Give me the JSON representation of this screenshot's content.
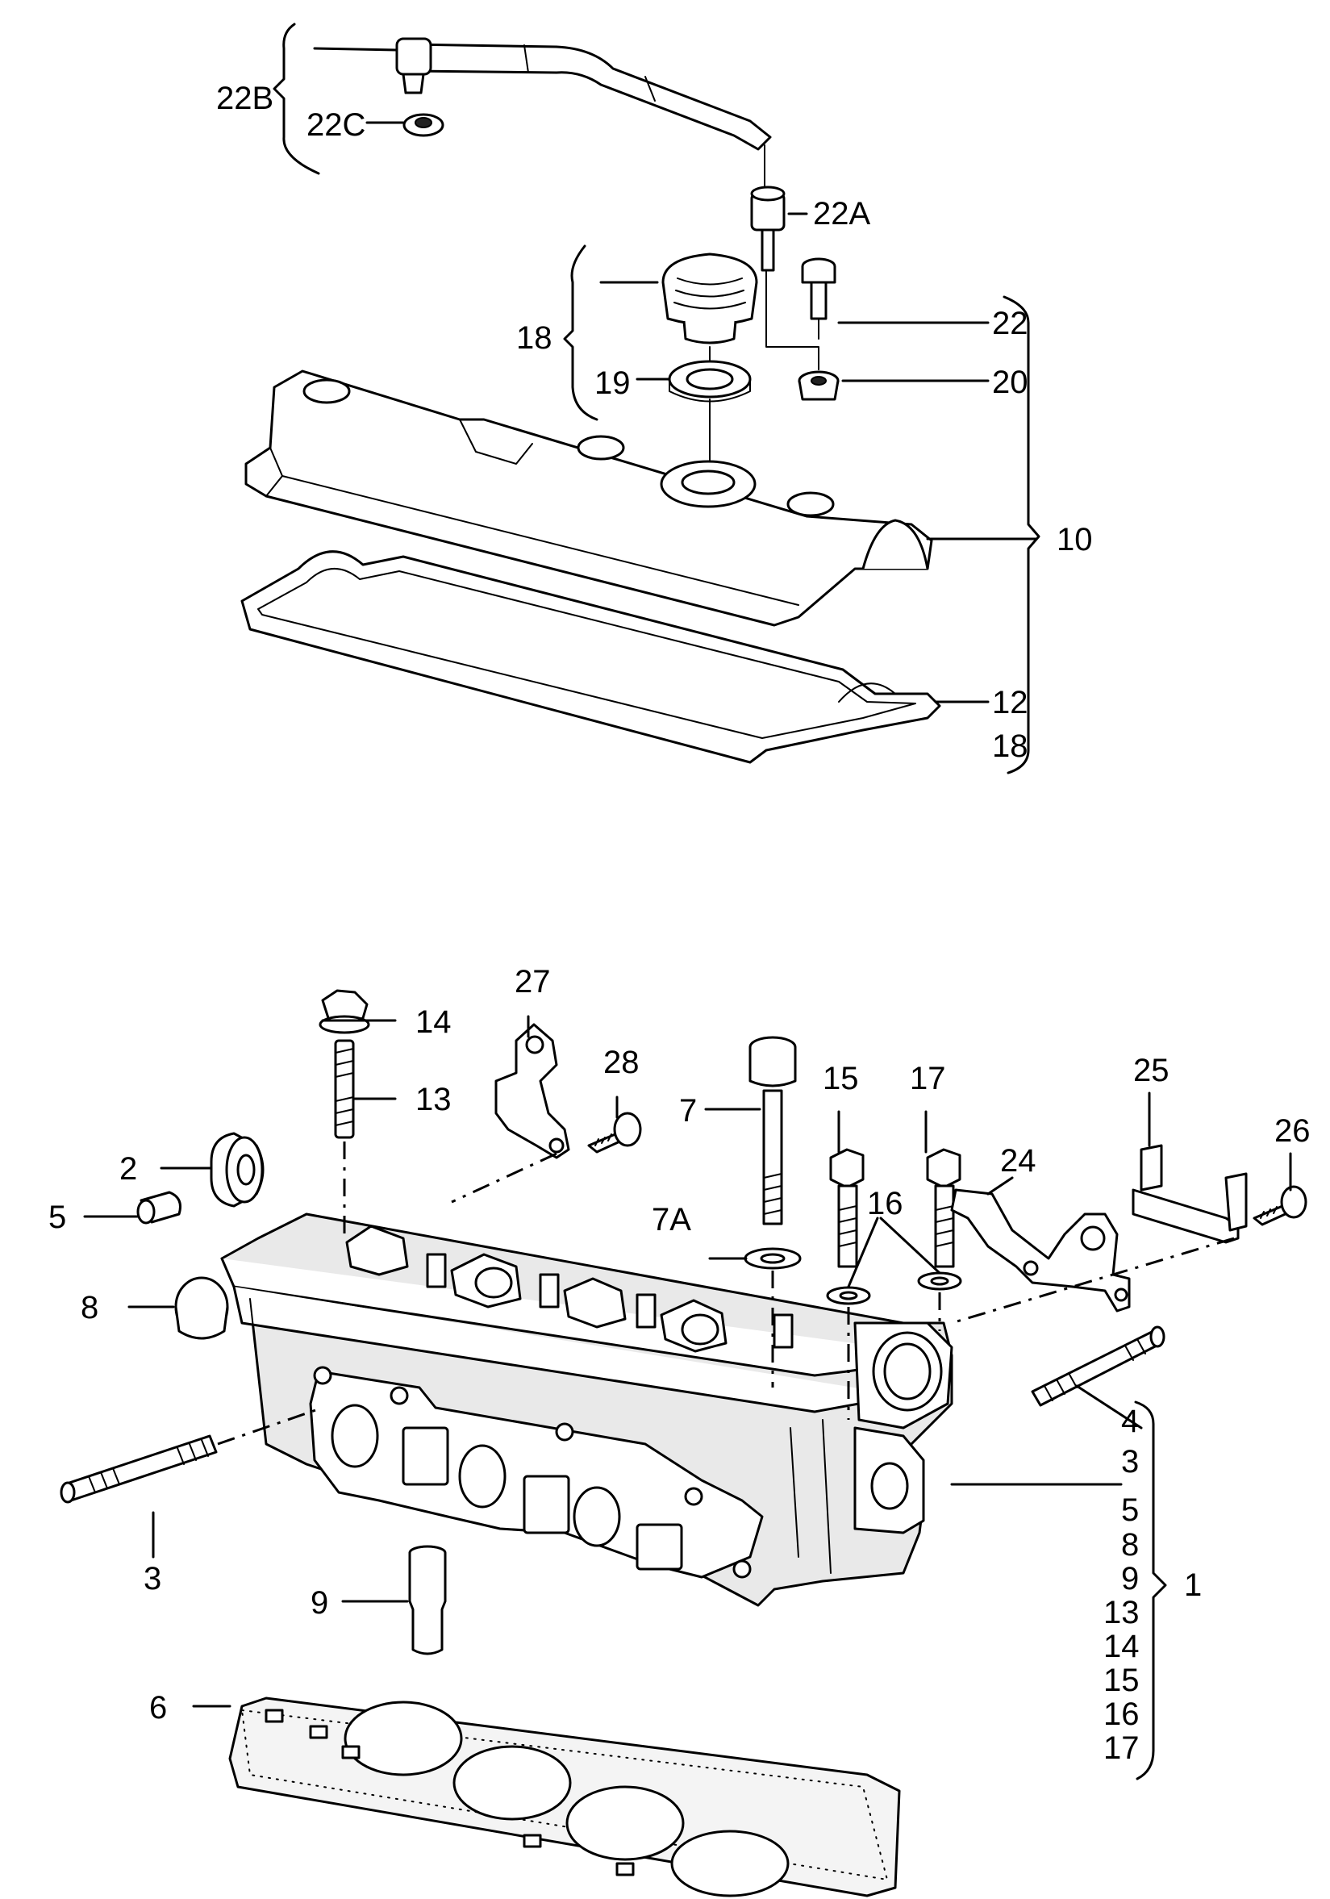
{
  "callouts": {
    "c22B": "22B",
    "c22C": "22C",
    "c22A": "22A",
    "c18": "18",
    "c19": "19",
    "c22": "22",
    "c20": "20",
    "c10": "10",
    "c12": "12",
    "c18b": "18",
    "c27": "27",
    "c14": "14",
    "c28": "28",
    "c13": "13",
    "c7": "7",
    "c15": "15",
    "c17": "17",
    "c25": "25",
    "c26": "26",
    "c24": "24",
    "c2": "2",
    "c5": "5",
    "c7A": "7A",
    "c16": "16",
    "c8": "8",
    "c4": "4",
    "c3r": "3",
    "c3l": "3",
    "c5r": "5",
    "c8r": "8",
    "c9r": "9",
    "c13r": "13",
    "c14r": "14",
    "c15r": "15",
    "c16r": "16",
    "c17r": "17",
    "c1": "1",
    "c9": "9",
    "c6": "6"
  }
}
